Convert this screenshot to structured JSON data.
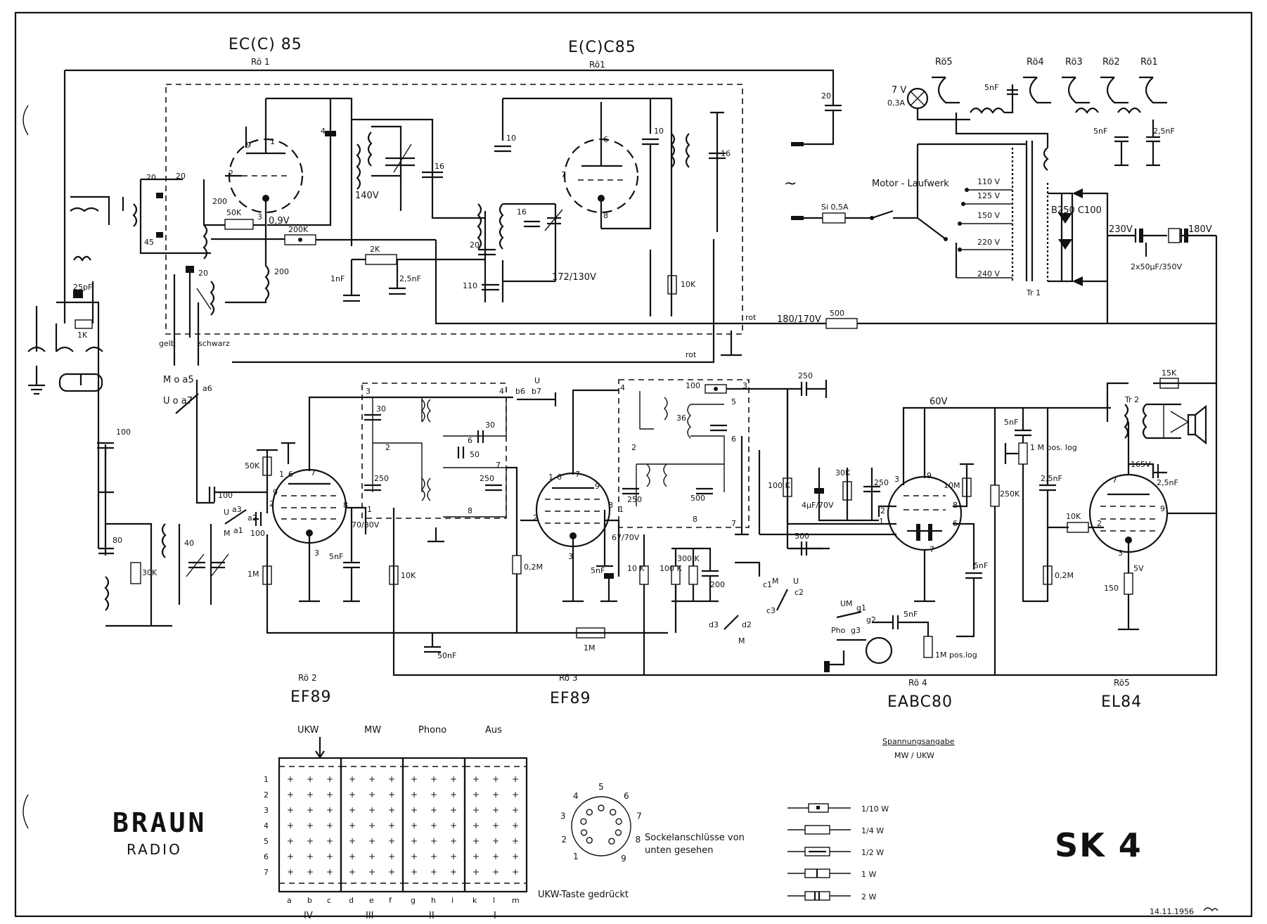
{
  "tubes": [
    {
      "name": "EC(C) 85",
      "ref": "Rö 1"
    },
    {
      "name": "E(C)C85",
      "ref": "Rö1"
    },
    {
      "name": "EF89",
      "ref": "Rö 2"
    },
    {
      "name": "EF89",
      "ref": "Rö 3"
    },
    {
      "name": "EABC80",
      "ref": "Rö 4"
    },
    {
      "name": "EL84",
      "ref": "Rö5"
    }
  ],
  "pilot_refs": [
    "Rö5",
    "Rö4",
    "Rö3",
    "Rö2",
    "Rö1"
  ],
  "power": {
    "lamp": "7 V",
    "lamp_current": "0,3A",
    "fuse": "Si 0,5A",
    "motor": "Motor - Laufwerk",
    "taps": [
      "110 V",
      "125 V",
      "150 V",
      "220 V",
      "240 V"
    ],
    "transformer": "Tr 1",
    "rectifier": "B250 C100",
    "v230": "230V",
    "v180": "180V",
    "cap": "2x50µF/350V",
    "c5nF_a": "5nF",
    "c5nF_b": "5nF",
    "c25nF": "2,5nF",
    "c20": "20",
    "ac": "~"
  },
  "labels": {
    "rot1": "rot",
    "rot2": "rot",
    "v180_170": "180/170V",
    "r500": "500",
    "gelb": "gelb",
    "schwarz": "schwarz",
    "r50k": "50K",
    "r200k": "200K",
    "r2k": "2K",
    "r10k": "10K",
    "r1k": "1K",
    "c25pF": "25pF",
    "c1nF": "1nF",
    "c25nF": "2,5nF",
    "v140": "140V",
    "v09": "0,9V",
    "v172": "172/130V",
    "c110": "110",
    "c20a": "20",
    "c20b": "20",
    "c45": "45",
    "c200": "200",
    "c4": "4",
    "c16": "16",
    "c16b": "16",
    "c10": "10",
    "c10b": "10",
    "c16c": "16",
    "c20c": "20",
    "c20d": "20",
    "c100": "100",
    "c80": "80",
    "r30k": "30K",
    "c40": "40",
    "r1m": "1M",
    "c5nf": "5nF",
    "v7080": "70/80V",
    "r10kb": "10K",
    "c30": "30",
    "c30b": "30",
    "c50": "50",
    "c250": "250",
    "c250b": "250",
    "r02m": "0,2M",
    "c50nf": "50nF",
    "r1mb": "1M",
    "v6770": "67/70V",
    "c5nfb": "5nF",
    "r10k2": "10 K",
    "r100k": "100 K",
    "r300k": "300 K",
    "c200b": "200",
    "c100b": "100",
    "c36": "36",
    "c250c": "250",
    "c500": "500",
    "c250d": "250",
    "r100k2": "100 K",
    "c4uf": "4µF/70V",
    "r30k2": "30K",
    "c250e": "250",
    "c500b": "500",
    "v60": "60V",
    "r10m": "10M",
    "r250k": "250K",
    "c5nfc": "5nF",
    "c5nfd": "5nF",
    "pot1": "1 M pos. log",
    "pot2": "1M pos.log",
    "c25nfb": "2,5nF",
    "c25nfc": "2,5nF",
    "r10kc": "10K",
    "r02mb": "0,2M",
    "v165": "165V",
    "r15k": "15K",
    "tr2": "Tr 2",
    "v5": "5V",
    "r150": "150",
    "c5nfe": "5nF",
    "sw_M_a5": "M o a5",
    "sw_U_a7": "U o a7",
    "sw_a6": "a6",
    "sw_a3": "a3",
    "sw_a2": "a2",
    "sw_a1": "a1",
    "sw_U": "U",
    "sw_M": "M",
    "sw_b6": "b6",
    "sw_b7": "b7",
    "sw_U2": "U",
    "sw_c1": "c1",
    "sw_c1M": "M",
    "sw_c2": "c2",
    "sw_c2U": "U",
    "sw_c3": "c3",
    "sw_d3": "d3",
    "sw_d2": "d2",
    "sw_dM": "M",
    "sw_g1": "g1",
    "sw_UM": "UM",
    "sw_g2": "g2",
    "sw_g3": "g3",
    "sw_Pho": "Pho",
    "pin1": "1",
    "pin2": "2",
    "pin3": "3",
    "pin6": "6",
    "pin7": "7",
    "pin8": "8",
    "pin9": "9",
    "pin4": "4",
    "pin5": "5"
  },
  "switch_table": {
    "headers": [
      "UKW",
      "MW",
      "Phono",
      "Aus"
    ],
    "rows": [
      "1",
      "2",
      "3",
      "4",
      "5",
      "6",
      "7"
    ],
    "cols": [
      "a",
      "b",
      "c",
      "d",
      "e",
      "f",
      "g",
      "h",
      "i",
      "k",
      "l",
      "m"
    ],
    "roman": [
      "IV",
      "III",
      "II",
      "I"
    ],
    "note": "UKW-Taste gedrückt"
  },
  "socket": {
    "pins": [
      "1",
      "2",
      "3",
      "4",
      "5",
      "6",
      "7",
      "8",
      "9"
    ],
    "caption_line1": "Sockelanschlüsse von",
    "caption_line2": "unten gesehen"
  },
  "legend": {
    "title": "Spannungsangabe",
    "subtitle": "MW / UKW",
    "items": [
      "1/10 W",
      "1/4  W",
      "1/2  W",
      "1  W",
      "2  W"
    ]
  },
  "brand": "BRAUN",
  "brand_sub": "RADIO",
  "model": "SK 4",
  "date": "14.11.1956"
}
